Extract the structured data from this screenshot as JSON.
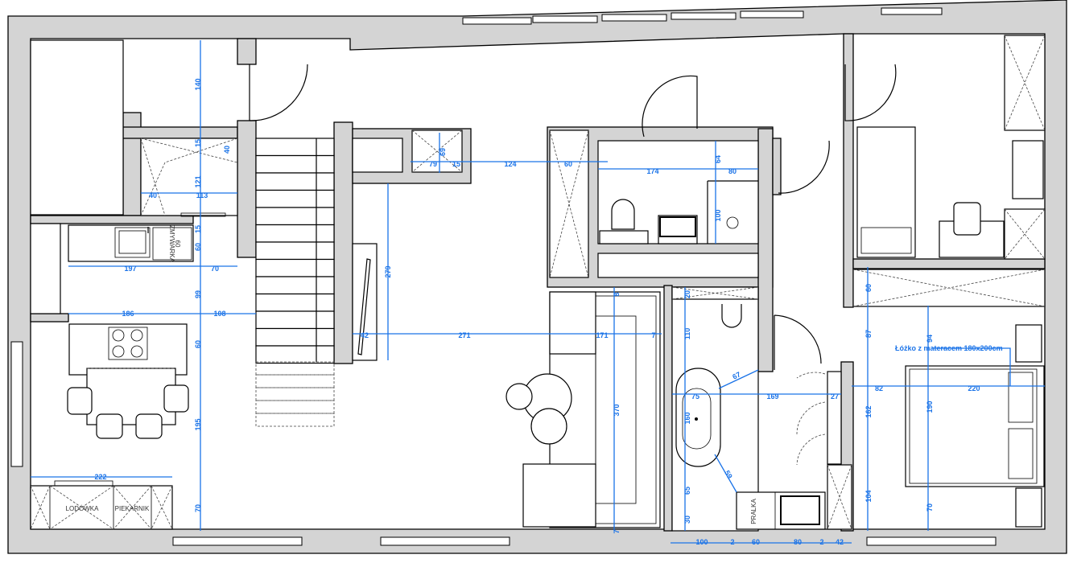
{
  "dimensions": [
    "140",
    "15",
    "40",
    "121",
    "15",
    "60",
    "99",
    "60",
    "195",
    "70",
    "40",
    "113",
    "197",
    "70",
    "186",
    "108",
    "222",
    "42",
    "271",
    "171",
    "7",
    "8",
    "370",
    "7",
    "279",
    "79",
    "15",
    "69",
    "124",
    "60",
    "174",
    "80",
    "64",
    "100",
    "20",
    "110",
    "67",
    "75",
    "169",
    "27",
    "160",
    "59",
    "65",
    "30",
    "100",
    "2",
    "60",
    "80",
    "2",
    "42",
    "60",
    "87",
    "94",
    "82",
    "220",
    "190",
    "162",
    "104",
    "70"
  ],
  "fixture_labels": {
    "dishwasher": "ZMYWARKA",
    "dishwasher_size": "60",
    "fridge": "LODÓWKA",
    "oven": "PIEKARNIK",
    "washer": "PRALKA"
  },
  "bed_note": "Łóżko z materacem 180x200cm",
  "colors": {
    "wall": "#d4d4d4",
    "dimension": "#1a73e8"
  }
}
